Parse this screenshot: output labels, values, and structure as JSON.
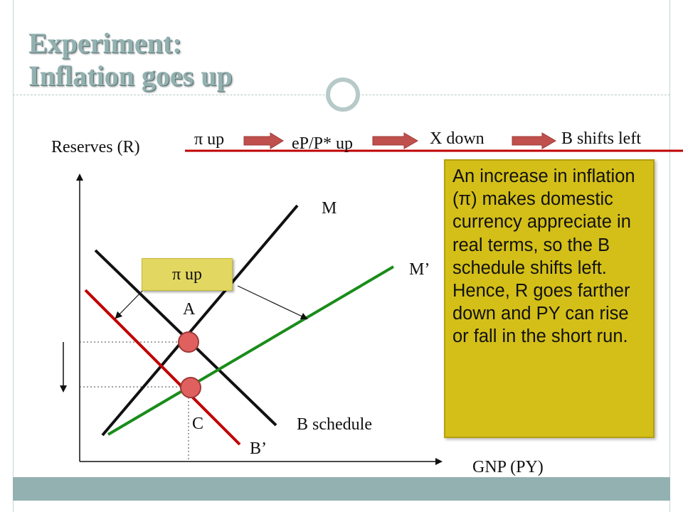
{
  "slide": {
    "title_line1": "Experiment:",
    "title_line2": "Inflation goes up"
  },
  "chain": {
    "step1": "π up",
    "step2": "eP/P* up",
    "step3": "X down",
    "step4": "B shifts left"
  },
  "axes": {
    "y_label": "Reserves (R)",
    "x_label": "GNP (PY)"
  },
  "curves": {
    "m_label": "M",
    "m_prime_label": "M’",
    "b_label": "B schedule",
    "b_prime_label": "B’"
  },
  "points": {
    "a_label": "A",
    "c_label": "C"
  },
  "shock_box": "π up",
  "explanation": "An increase in inflation (π) makes domestic currency appreciate in real terms, so the B schedule shifts left. Hence, R goes farther down and PY can rise or fall in the short run.",
  "colors": {
    "accent_teal": "#93b1b1",
    "arrow_red": "#c0504d",
    "b_prime_red": "#c00000",
    "m_prime_green": "#1a8c1a",
    "point_fill": "#e06060",
    "box_gold": "#d4bf18"
  }
}
